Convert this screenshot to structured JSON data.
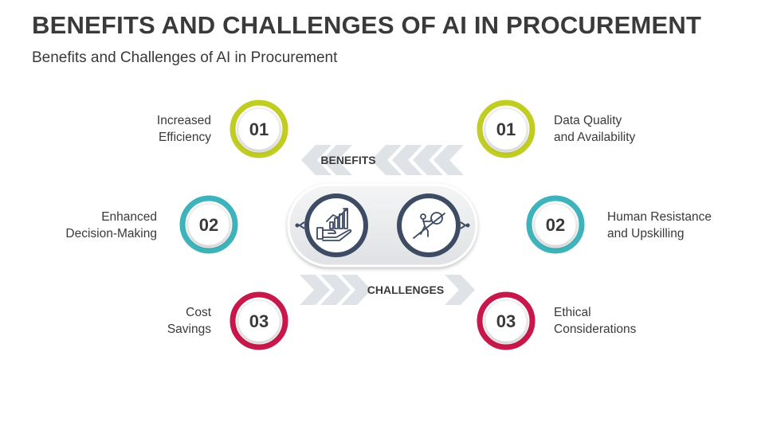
{
  "title": "BENEFITS AND CHALLENGES OF AI IN PROCUREMENT",
  "subtitle": "Benefits and Challenges of AI in Procurement",
  "center": {
    "benefits_label": "BENEFITS",
    "challenges_label": "CHALLENGES",
    "benefits_icon": "growth-chart-hand-icon",
    "challenges_icon": "person-pushing-boulder-icon"
  },
  "colors": {
    "item1": "#c2cd23",
    "item2": "#3fb3bb",
    "item3": "#c8174a",
    "navy": "#3d4b63",
    "chevron": "#dfe2e6"
  },
  "benefits": [
    {
      "number": "01",
      "line1": "Increased",
      "line2": "Efficiency"
    },
    {
      "number": "02",
      "line1": "Enhanced",
      "line2": "Decision-Making"
    },
    {
      "number": "03",
      "line1": "Cost",
      "line2": "Savings"
    }
  ],
  "challenges": [
    {
      "number": "01",
      "line1": "Data Quality",
      "line2": "and Availability"
    },
    {
      "number": "02",
      "line1": "Human Resistance",
      "line2": "and Upskilling"
    },
    {
      "number": "03",
      "line1": "Ethical",
      "line2": "Considerations"
    }
  ]
}
